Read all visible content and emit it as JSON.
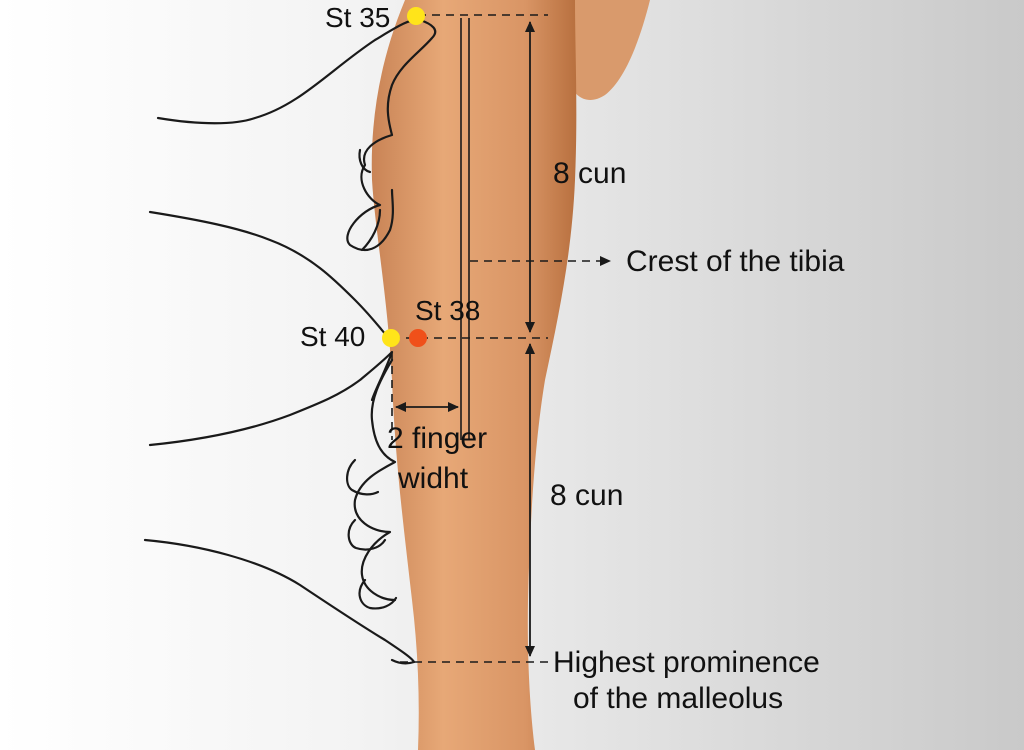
{
  "points": {
    "st35": {
      "label": "St 35",
      "color": "#ffe41a"
    },
    "st38": {
      "label": "St 38",
      "color": "#f0501a"
    },
    "st40": {
      "label": "St 40",
      "color": "#ffe41a"
    }
  },
  "measurements": {
    "upper": "8 cun",
    "lower": "8 cun",
    "finger_width_line1": "2 finger",
    "finger_width_line2": "widht"
  },
  "landmarks": {
    "tibia_crest": "Crest of the tibia",
    "malleolus_line1": "Highest prominence",
    "malleolus_line2": "of the malleolus"
  },
  "colors": {
    "skin": "#e2a070",
    "line": "#1a1a1a"
  }
}
